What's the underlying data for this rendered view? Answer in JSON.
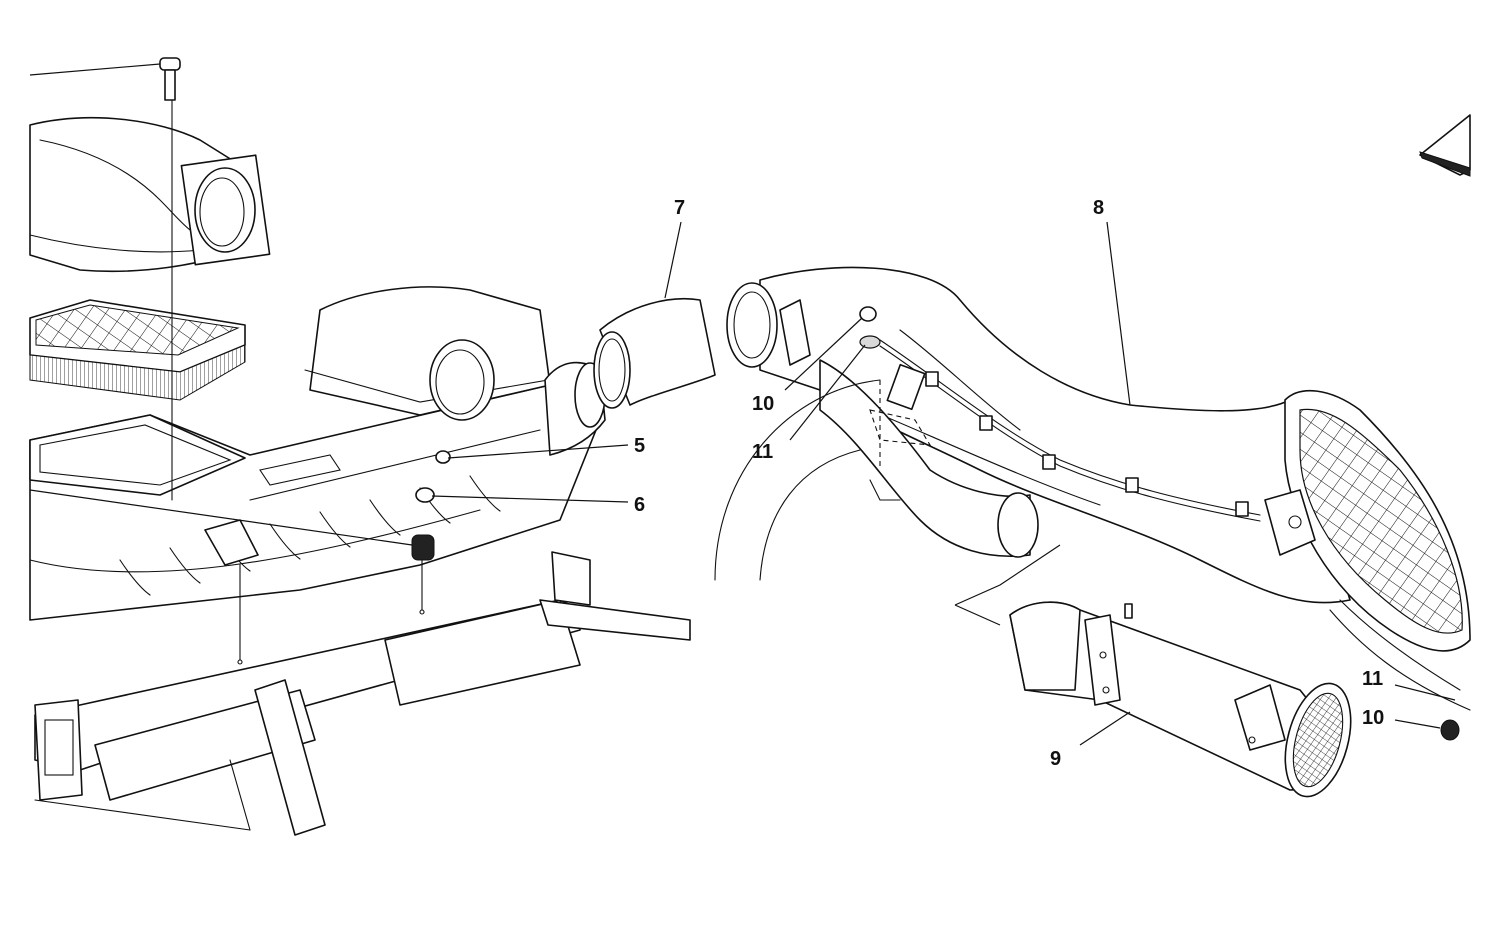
{
  "diagram": {
    "callouts": [
      {
        "id": "c5",
        "label": "5"
      },
      {
        "id": "c6",
        "label": "6"
      },
      {
        "id": "c7",
        "label": "7"
      },
      {
        "id": "c8",
        "label": "8"
      },
      {
        "id": "c9",
        "label": "9"
      },
      {
        "id": "c10a",
        "label": "10"
      },
      {
        "id": "c11a",
        "label": "11"
      },
      {
        "id": "c10b",
        "label": "10"
      },
      {
        "id": "c11b",
        "label": "11"
      }
    ],
    "colors": {
      "line": "#111111",
      "background": "#ffffff",
      "shade": "#d9d9d9"
    }
  }
}
